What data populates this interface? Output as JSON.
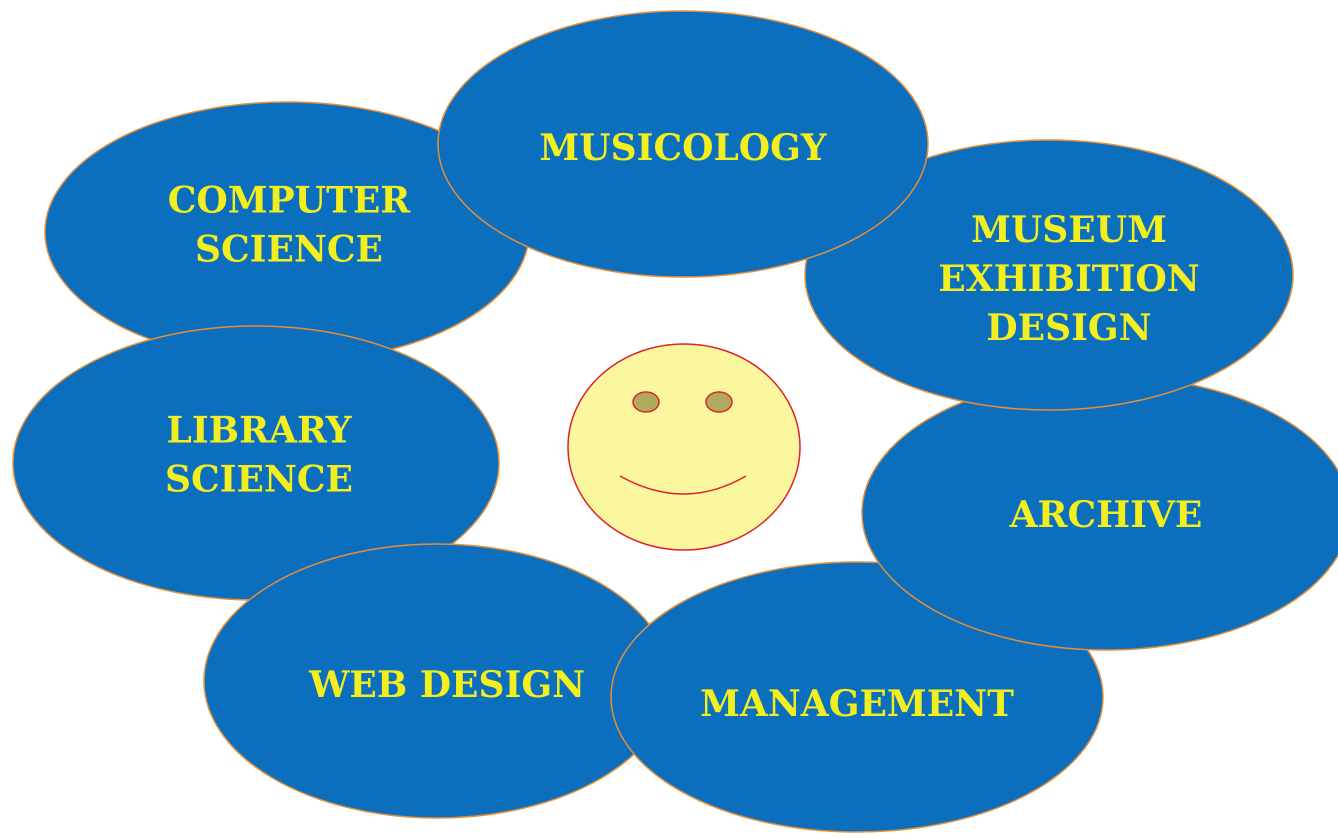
{
  "colors": {
    "ellipse_fill": "#0b6fbd",
    "ellipse_stroke": "#e58e3a",
    "label_text": "#f3ee1e",
    "smiley_fill": "#fbf79e",
    "smiley_stroke": "#e0202a",
    "eye_fill": "#aeab5f",
    "background": "#ffffff"
  },
  "center_icon": "smiley-face-icon",
  "nodes": [
    {
      "id": "computer-science",
      "lines": [
        "COMPUTER",
        "SCIENCE"
      ]
    },
    {
      "id": "library-science",
      "lines": [
        "LIBRARY",
        "SCIENCE"
      ]
    },
    {
      "id": "web-design",
      "lines": [
        "WEB DESIGN"
      ]
    },
    {
      "id": "management",
      "lines": [
        "MANAGEMENT"
      ]
    },
    {
      "id": "archive",
      "lines": [
        "ARCHIVE"
      ]
    },
    {
      "id": "museum-exhibition-design",
      "lines": [
        "MUSEUM",
        "EXHIBITION",
        "DESIGN"
      ]
    },
    {
      "id": "musicology",
      "lines": [
        "MUSICOLOGY"
      ]
    }
  ]
}
